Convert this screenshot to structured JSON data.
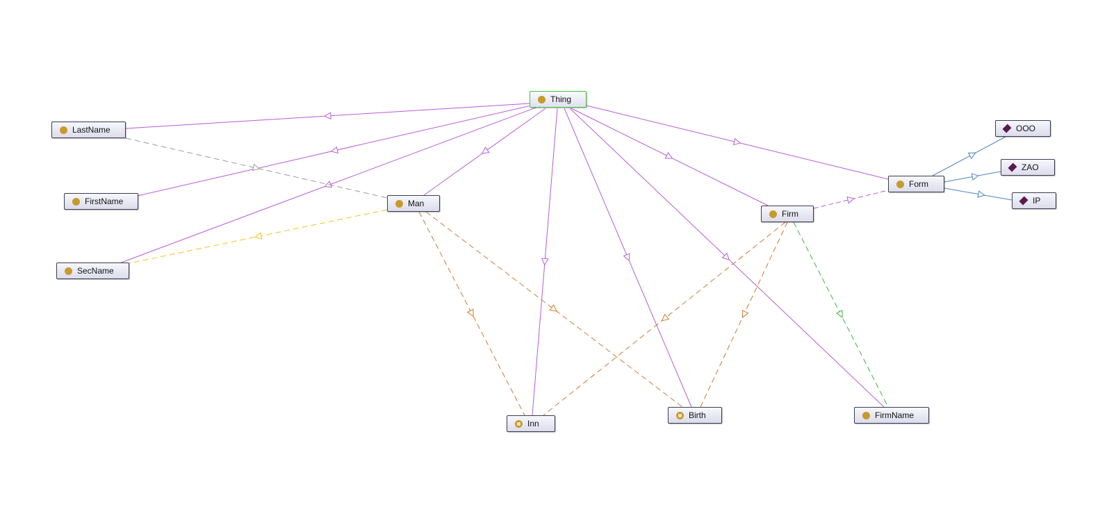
{
  "colors": {
    "subclass_edge": "#b55cd6",
    "range_edge": "#cd7a2f",
    "equiv_edge": "#9a9a9a",
    "domain_yellow": "#f0c419",
    "green_edge": "#3bb43b",
    "instance_edge": "#4a82bd",
    "class_icon": "#c79a2c",
    "individual_icon": "#5b1a4f"
  },
  "nodes": [
    {
      "id": "thing",
      "label": "Thing",
      "type": "class",
      "root": true
    },
    {
      "id": "lastname",
      "label": "LastName",
      "type": "class"
    },
    {
      "id": "firstname",
      "label": "FirstName",
      "type": "class"
    },
    {
      "id": "secname",
      "label": "SecName",
      "type": "class"
    },
    {
      "id": "man",
      "label": "Man",
      "type": "class"
    },
    {
      "id": "firm",
      "label": "Firm",
      "type": "class"
    },
    {
      "id": "form",
      "label": "Form",
      "type": "class"
    },
    {
      "id": "ooo",
      "label": "OOO",
      "type": "individual"
    },
    {
      "id": "zao",
      "label": "ZAO",
      "type": "individual"
    },
    {
      "id": "ip",
      "label": "IP",
      "type": "individual"
    },
    {
      "id": "inn",
      "label": "Inn",
      "type": "property"
    },
    {
      "id": "birth",
      "label": "Birth",
      "type": "property"
    },
    {
      "id": "firmname",
      "label": "FirmName",
      "type": "class"
    }
  ],
  "edges": [
    {
      "from": "thing",
      "to": "lastname",
      "kind": "subclass"
    },
    {
      "from": "thing",
      "to": "firstname",
      "kind": "subclass"
    },
    {
      "from": "thing",
      "to": "secname",
      "kind": "subclass"
    },
    {
      "from": "thing",
      "to": "man",
      "kind": "subclass"
    },
    {
      "from": "thing",
      "to": "inn",
      "kind": "subclass"
    },
    {
      "from": "thing",
      "to": "birth",
      "kind": "subclass"
    },
    {
      "from": "thing",
      "to": "firmname",
      "kind": "subclass"
    },
    {
      "from": "thing",
      "to": "firm",
      "kind": "subclass"
    },
    {
      "from": "thing",
      "to": "form",
      "kind": "subclass"
    },
    {
      "from": "lastname",
      "to": "man",
      "kind": "equiv"
    },
    {
      "from": "man",
      "to": "secname",
      "kind": "domain"
    },
    {
      "from": "man",
      "to": "inn",
      "kind": "range"
    },
    {
      "from": "man",
      "to": "birth",
      "kind": "range"
    },
    {
      "from": "firm",
      "to": "inn",
      "kind": "range"
    },
    {
      "from": "firm",
      "to": "birth",
      "kind": "range"
    },
    {
      "from": "firm",
      "to": "firmname",
      "kind": "green"
    },
    {
      "from": "firm",
      "to": "form",
      "kind": "subclass-dashed"
    },
    {
      "from": "form",
      "to": "ooo",
      "kind": "instance"
    },
    {
      "from": "form",
      "to": "zao",
      "kind": "instance"
    },
    {
      "from": "form",
      "to": "ip",
      "kind": "instance"
    }
  ]
}
